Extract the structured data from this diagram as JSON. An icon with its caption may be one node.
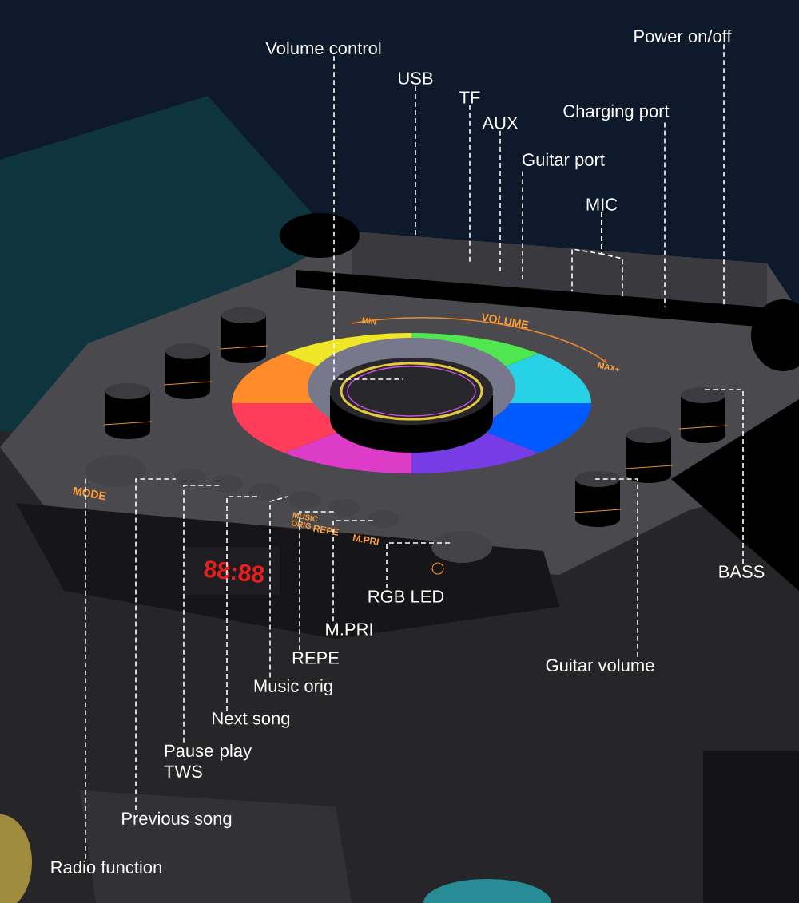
{
  "diagram": {
    "nodes": [
      {
        "text": [
          "Volume control"
        ]
      },
      {
        "text": [
          "USB"
        ]
      },
      {
        "text": [
          "TF"
        ]
      },
      {
        "text": [
          "AUX"
        ]
      },
      {
        "text": [
          "Guitar port"
        ]
      },
      {
        "text": [
          "MIC"
        ]
      },
      {
        "text": [
          "Charging port"
        ]
      },
      {
        "text": [
          "Power on/off"
        ]
      },
      {
        "text": [
          "BASS"
        ]
      },
      {
        "text": [
          "Guitar volume"
        ]
      },
      {
        "text": [
          "RGB LED"
        ]
      },
      {
        "text": [
          "M.PRI"
        ]
      },
      {
        "text": [
          "REPE"
        ]
      },
      {
        "text": [
          "Music orig"
        ]
      },
      {
        "text": [
          "Next song"
        ]
      },
      {
        "text": [
          "Pause play TWS"
        ]
      },
      {
        "text": [
          "Previous song"
        ]
      },
      {
        "text": [
          "Radio function"
        ]
      }
    ],
    "edges": [
      {
        "from": 0,
        "to": null,
        "arrow": "none"
      },
      {
        "from": 1,
        "to": null,
        "arrow": "none"
      },
      {
        "from": 2,
        "to": null,
        "arrow": "none"
      },
      {
        "from": 3,
        "to": null,
        "arrow": "none"
      },
      {
        "from": 4,
        "to": null,
        "arrow": "none"
      },
      {
        "from": 5,
        "to": null,
        "arrow": "none"
      },
      {
        "from": 5,
        "to": null,
        "arrow": "none"
      },
      {
        "from": 6,
        "to": null,
        "arrow": "none"
      },
      {
        "from": 7,
        "to": null,
        "arrow": "none"
      },
      {
        "from": 8,
        "to": null,
        "arrow": "none"
      },
      {
        "from": 9,
        "to": null,
        "arrow": "none"
      },
      {
        "from": 10,
        "to": null,
        "arrow": "none"
      },
      {
        "from": 11,
        "to": null,
        "arrow": "none"
      },
      {
        "from": 12,
        "to": null,
        "arrow": "none"
      },
      {
        "from": 13,
        "to": null,
        "arrow": "none"
      },
      {
        "from": 14,
        "to": null,
        "arrow": "none"
      },
      {
        "from": 15,
        "to": null,
        "arrow": "none"
      },
      {
        "from": 16,
        "to": null,
        "arrow": "none"
      },
      {
        "from": 17,
        "to": null,
        "arrow": "none"
      }
    ],
    "labels": [
      "MIN",
      "VOLUME",
      "MAX+",
      "MODE",
      "MUSIC ORIG",
      "REPE",
      "M.PRI",
      "88:88"
    ]
  }
}
